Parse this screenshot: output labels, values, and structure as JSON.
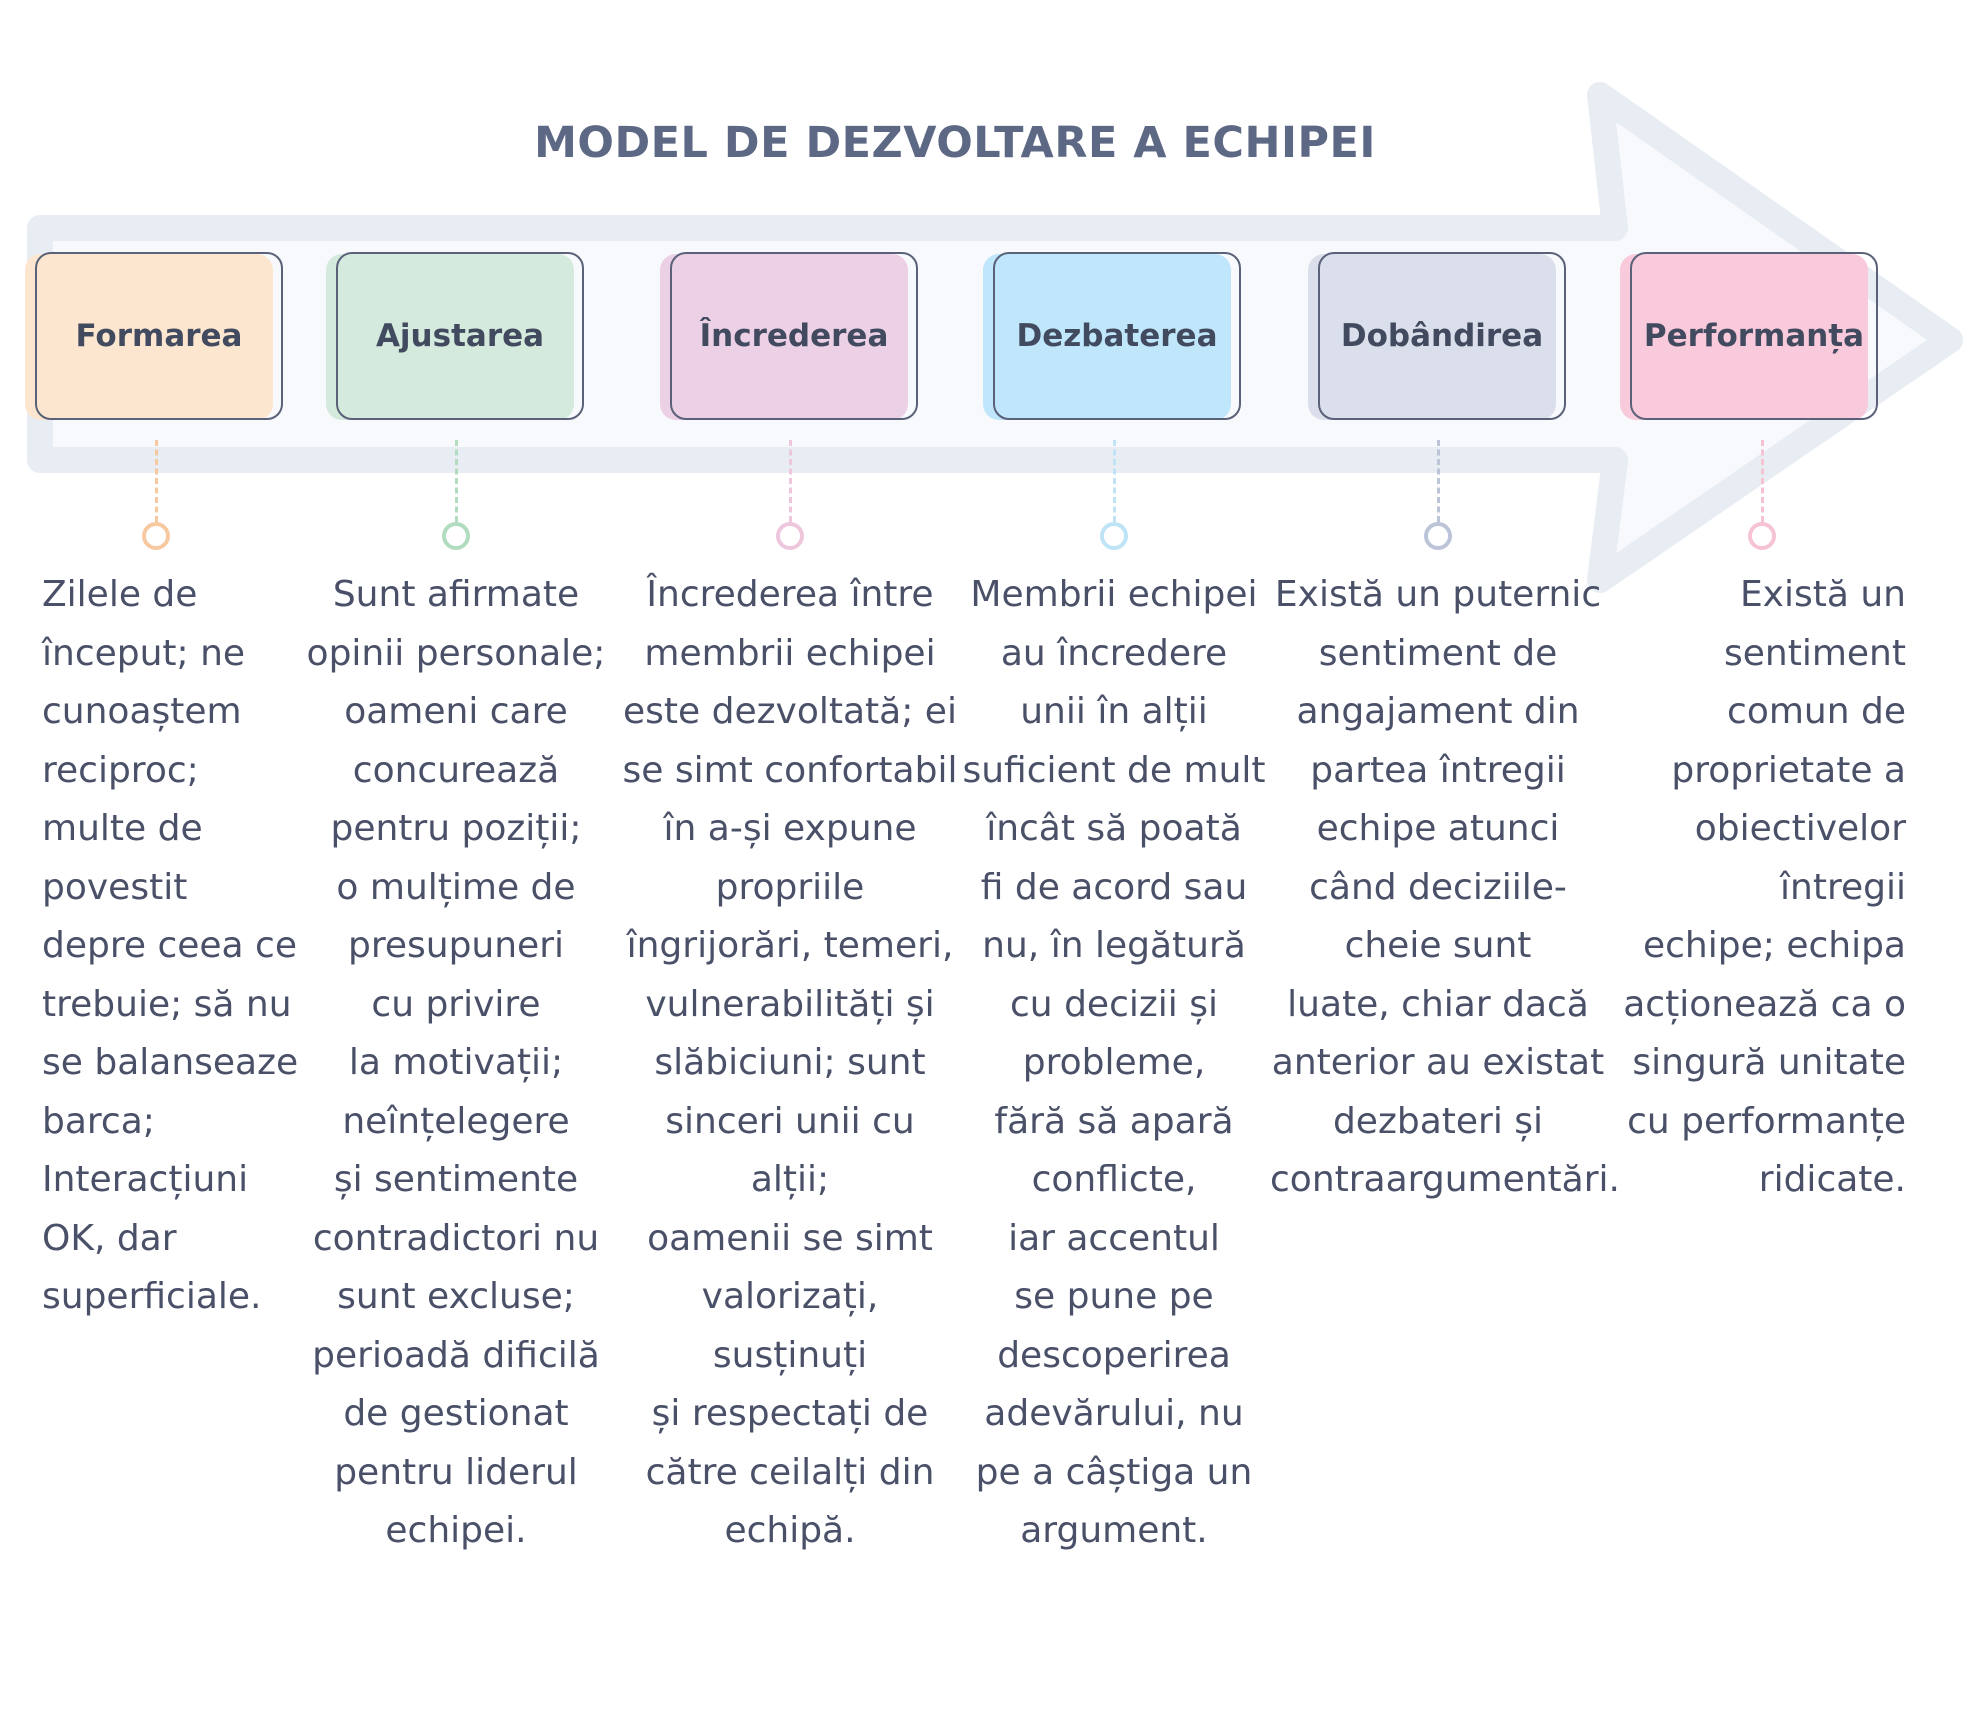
{
  "title": "MODEL DE DEZVOLTARE A ECHIPEI",
  "stages": [
    {
      "label": "Formarea",
      "color": "#fde6cf",
      "accent": "#f7c9a0",
      "description": "Zilele de\nînceput; ne\ncunoaștem\nreciproc;\nmulte de\npovestit\ndepre ceea ce\ntrebuie; să nu\nse balanseaze\nbarca;\nInteracțiuni\nOK, dar\nsuperficiale."
    },
    {
      "label": "Ajustarea",
      "color": "#d3eadc",
      "accent": "#b1dcbf",
      "description": "Sunt afirmate\nopinii personale;\noameni care\nconcurează\npentru poziții;\no mulțime de\npresupuneri\ncu privire\nla motivații;\nneînțelegere\nși sentimente\ncontradictori nu\nsunt excluse;\nperioadă dificilă\nde gestionat\npentru liderul\nechipei."
    },
    {
      "label": "Încrederea",
      "color": "#ecd0e6",
      "accent": "#efc7dc",
      "description": "Încrederea între\nmembrii echipei\neste dezvoltată; ei\nse simt confortabil\nîn a-și expune\npropriile\nîngrijorări, temeri,\nvulnerabilități și\nslăbiciuni; sunt\nsinceri unii cu alții;\noamenii se simt\nvalorizați, susținuți\nși respectați de\ncătre ceilalți din\nechipă."
    },
    {
      "label": "Dezbaterea",
      "color": "#bfe6fa",
      "accent": "#bfe4f5",
      "description": "Membrii echipei\nau încredere\nunii în alții\nsuficient de mult\nîncât să poată\nfi de acord sau\nnu, în legătură\ncu decizii și\nprobleme,\nfără să apară\nconflicte,\niar  accentul\nse pune pe\ndescoperirea\nadevărului, nu\npe a câștiga un\nargument."
    },
    {
      "label": "Dobândirea",
      "color": "#dadfeb",
      "accent": "#bcc4d8",
      "description": "Există un puternic\nsentiment de\nangajament din\npartea întregii\nechipe atunci\ncând deciziile-\ncheie sunt\nluate, chiar dacă\nanterior au existat\ndezbateri și\ncontraargumentări."
    },
    {
      "label": "Performanța",
      "color": "#f8cadb",
      "accent": "#f6c3d3",
      "description": "Există un\nsentiment\ncomun de\nproprietate a\nobiectivelor\nîntregii\nechipe; echipa\nacționează ca o\nsingură unitate\ncu performanțe\nridicate."
    }
  ]
}
